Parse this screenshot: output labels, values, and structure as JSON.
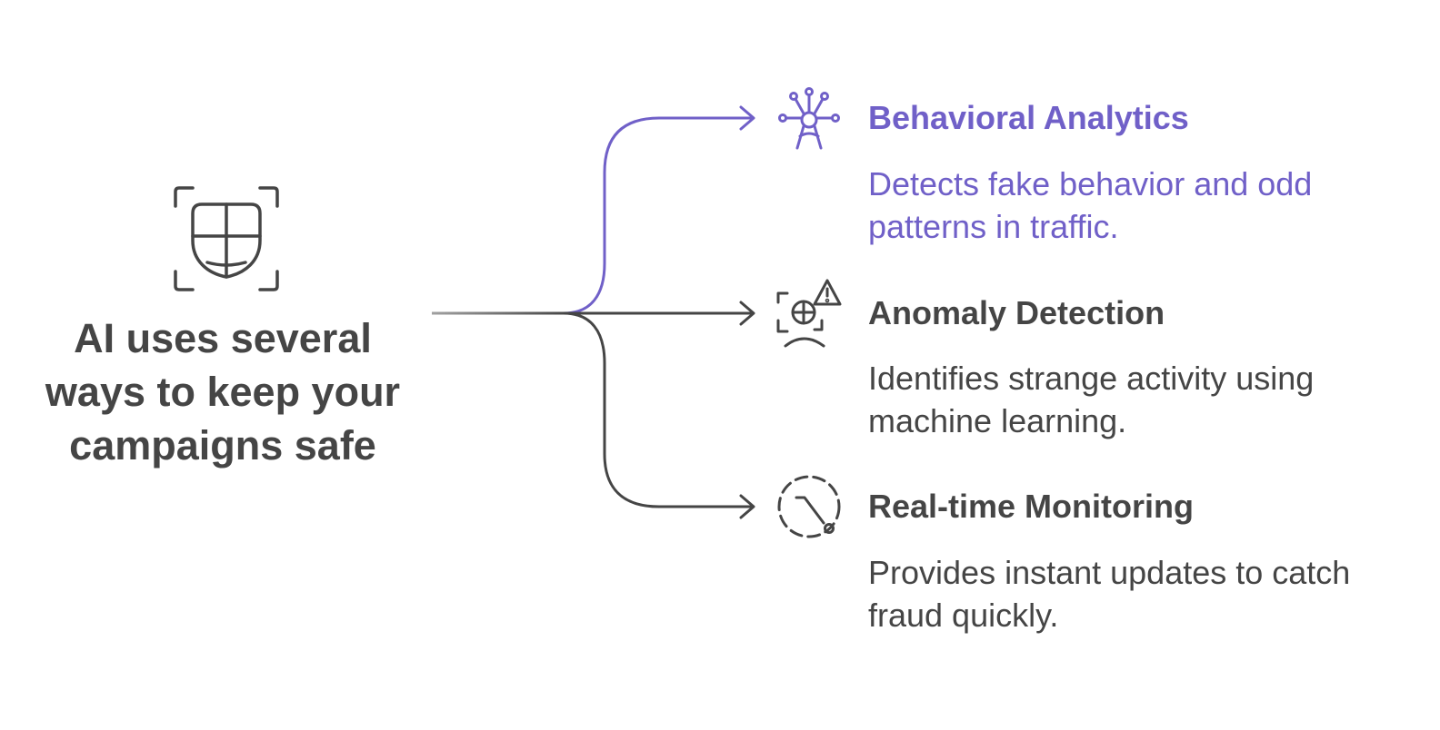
{
  "colors": {
    "accent": "#7060c8",
    "text": "#454545",
    "stem": "#7a7a7a"
  },
  "hub": {
    "icon": "shield-scan-icon",
    "title": "AI uses several ways to keep your campaigns safe"
  },
  "branches": [
    {
      "title": "Behavioral Analytics",
      "description": "Detects fake behavior and odd patterns in traffic.",
      "icon": "user-network-icon",
      "color": "#7060c8"
    },
    {
      "title": "Anomaly Detection",
      "description": "Identifies strange activity using machine learning.",
      "icon": "anomaly-warning-icon",
      "color": "#454545"
    },
    {
      "title": "Real-time Monitoring",
      "description": "Provides instant updates to catch fraud quickly.",
      "icon": "realtime-gauge-icon",
      "color": "#454545"
    }
  ]
}
